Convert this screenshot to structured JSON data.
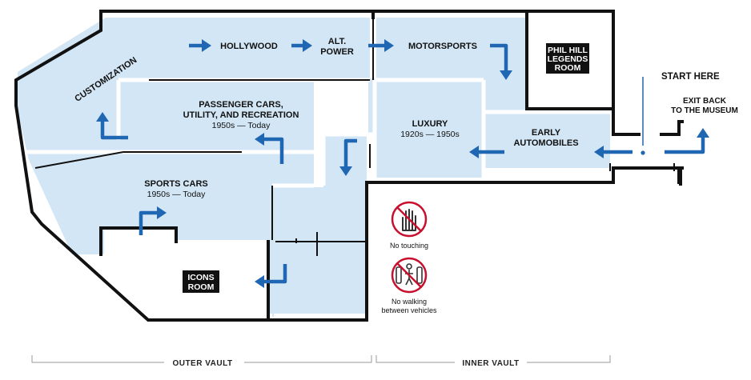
{
  "rooms": {
    "customization": "CUSTOMIZATION",
    "hollywood": "HOLLYWOOD",
    "alt_power_1": "ALT.",
    "alt_power_2": "POWER",
    "motorsports": "MOTORSPORTS",
    "phil_hill_1": "PHIL HILL",
    "phil_hill_2": "LEGENDS",
    "phil_hill_3": "ROOM",
    "passenger_1": "PASSENGER CARS,",
    "passenger_2": "UTILITY, AND RECREATION",
    "passenger_era": "1950s — Today",
    "luxury": "LUXURY",
    "luxury_era": "1920s — 1950s",
    "early_1": "EARLY",
    "early_2": "AUTOMOBILES",
    "sports": "SPORTS CARS",
    "sports_era": "1950s — Today",
    "icons_1": "ICONS",
    "icons_2": "ROOM"
  },
  "markers": {
    "start_here": "START HERE",
    "exit_1": "EXIT BACK",
    "exit_2": "TO THE MUSEUM"
  },
  "rules": {
    "no_touching": "No touching",
    "no_walking_1": "No walking",
    "no_walking_2": "between vehicles"
  },
  "vaults": {
    "outer": "OUTER VAULT",
    "inner": "INNER VAULT"
  },
  "colors": {
    "room_fill": "#d3e6f5",
    "arrow": "#1f66b3",
    "wall": "#111111",
    "prohibition": "#c8102e"
  },
  "icons": [
    "direction-arrow-icon",
    "no-touching-icon",
    "no-walking-icon",
    "start-marker-icon"
  ]
}
